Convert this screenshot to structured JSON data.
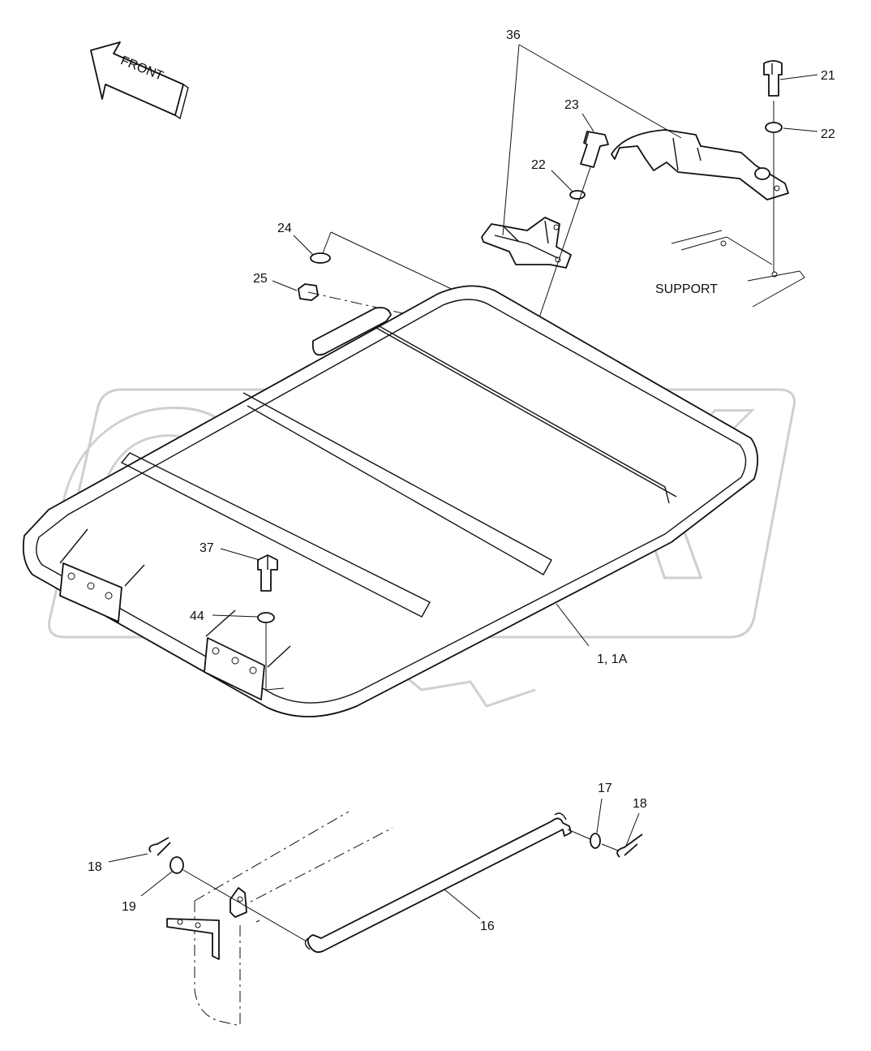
{
  "watermark": "OPEX",
  "direction_label": "FRONT",
  "support_label": "SUPPORT",
  "callouts": {
    "c36": "36",
    "c21": "21",
    "c23": "23",
    "c22a": "22",
    "c22b": "22",
    "c24": "24",
    "c25": "25",
    "c37": "37",
    "c44": "44",
    "c1": "1, 1A",
    "c17": "17",
    "c18a": "18",
    "c18b": "18",
    "c19": "19",
    "c16": "16"
  }
}
